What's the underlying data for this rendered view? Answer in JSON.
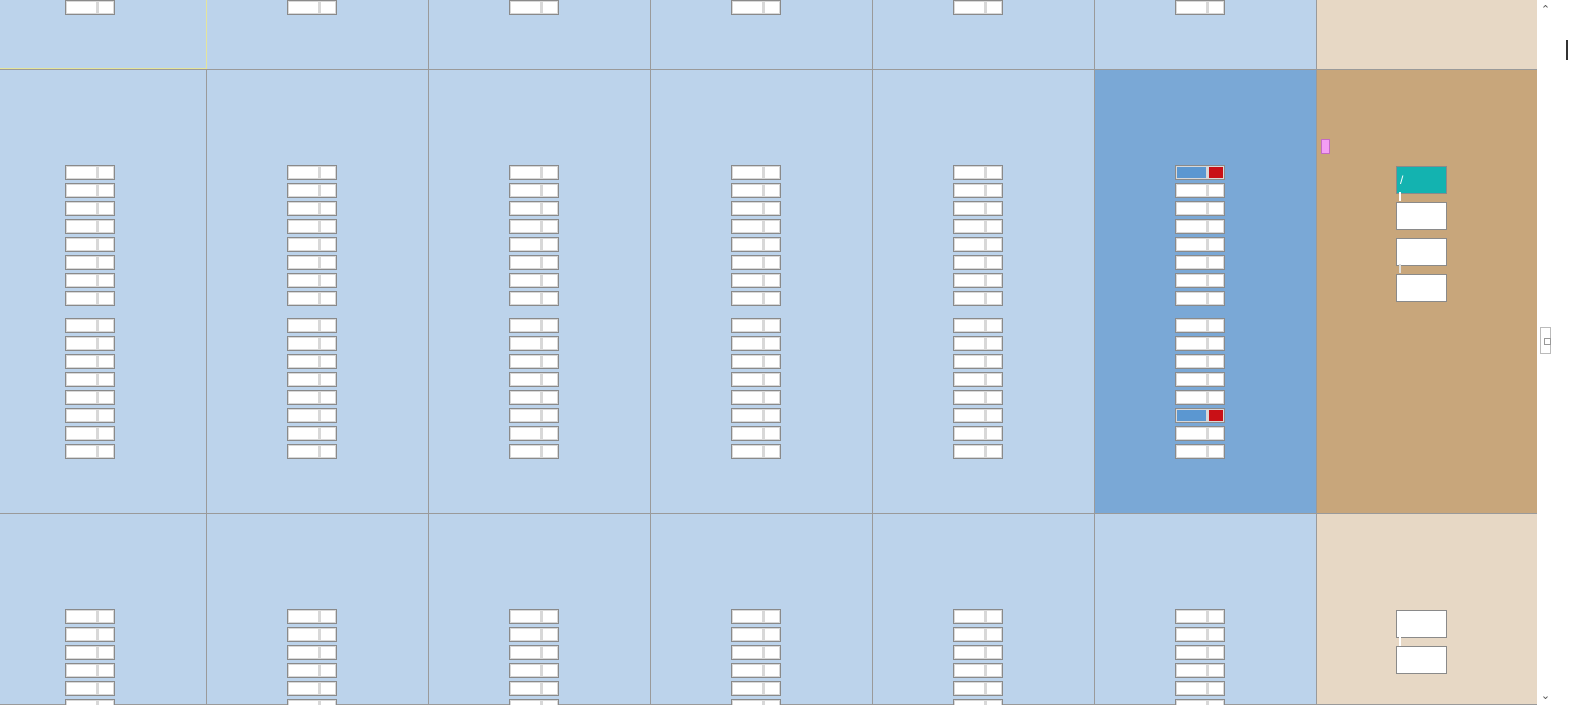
{
  "colors": {
    "cell_bg": "#bcd3eb",
    "cell_selected_bg": "#7aa8d6",
    "right_col_bg": "#e7d8c5",
    "right_col_selected_bg": "#c8a67b",
    "slot_fill": "#ffffff",
    "slot_active_left": "#5b97d1",
    "slot_active_right": "#c91016",
    "box_selected": "#13b3b0",
    "pin": "#f49ef5",
    "grid_line": "#9a9a9a"
  },
  "selection": {
    "row": 1,
    "col": 5,
    "right_col_row": 1
  },
  "highlighted_slots": [
    {
      "col": 5,
      "slot": 0
    },
    {
      "col": 5,
      "slot": 13
    }
  ],
  "scrollbar": {
    "up_icon": "chevron-up-icon",
    "down_icon": "chevron-down-icon",
    "position": 0.47
  },
  "right_column": {
    "selected_box_glyph": "/"
  }
}
